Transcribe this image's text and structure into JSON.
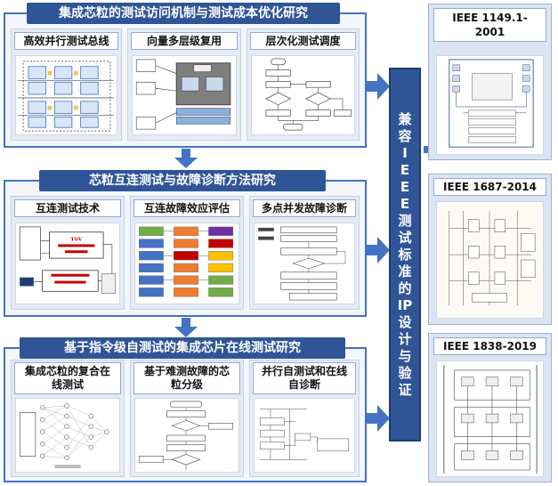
{
  "sections": [
    {
      "title": "集成芯粒的测试访问机制与测试成本优化研究",
      "panels": [
        {
          "title": "高效并行测试总线"
        },
        {
          "title": "向量多层级复用"
        },
        {
          "title": "层次化测试调度"
        }
      ]
    },
    {
      "title": "芯粒互连测试与故障诊断方法研究",
      "panels": [
        {
          "title": "互连测试技术"
        },
        {
          "title": "互连故障效应评估"
        },
        {
          "title": "多点并发故障诊断"
        }
      ]
    },
    {
      "title": "基于指令级自测试的集成芯片在线测试研究",
      "panels": [
        {
          "title_line1": "集成芯粒的复合在",
          "title_line2": "线测试"
        },
        {
          "title_line1": "基于难测故障的芯",
          "title_line2": "粒分级"
        },
        {
          "title_line1": "并行自测试和在线",
          "title_line2": "自诊断"
        }
      ]
    }
  ],
  "center_bar": {
    "chars": [
      "兼",
      "容",
      "I",
      "E",
      "E",
      "E",
      "测",
      "试",
      "标",
      "准",
      "的",
      "IP",
      "设",
      "计",
      "与",
      "验",
      "证"
    ]
  },
  "standards": [
    {
      "title_line1": "IEEE 1149.1-",
      "title_line2": "2001"
    },
    {
      "title": "IEEE 1687-2014"
    },
    {
      "title": "IEEE 1838-2019"
    }
  ],
  "colors": {
    "section_title_bg": "#2f5597",
    "section_border": "#4472c4",
    "panel_bg": "#e4ebf5",
    "arrow": "#4472c4"
  }
}
